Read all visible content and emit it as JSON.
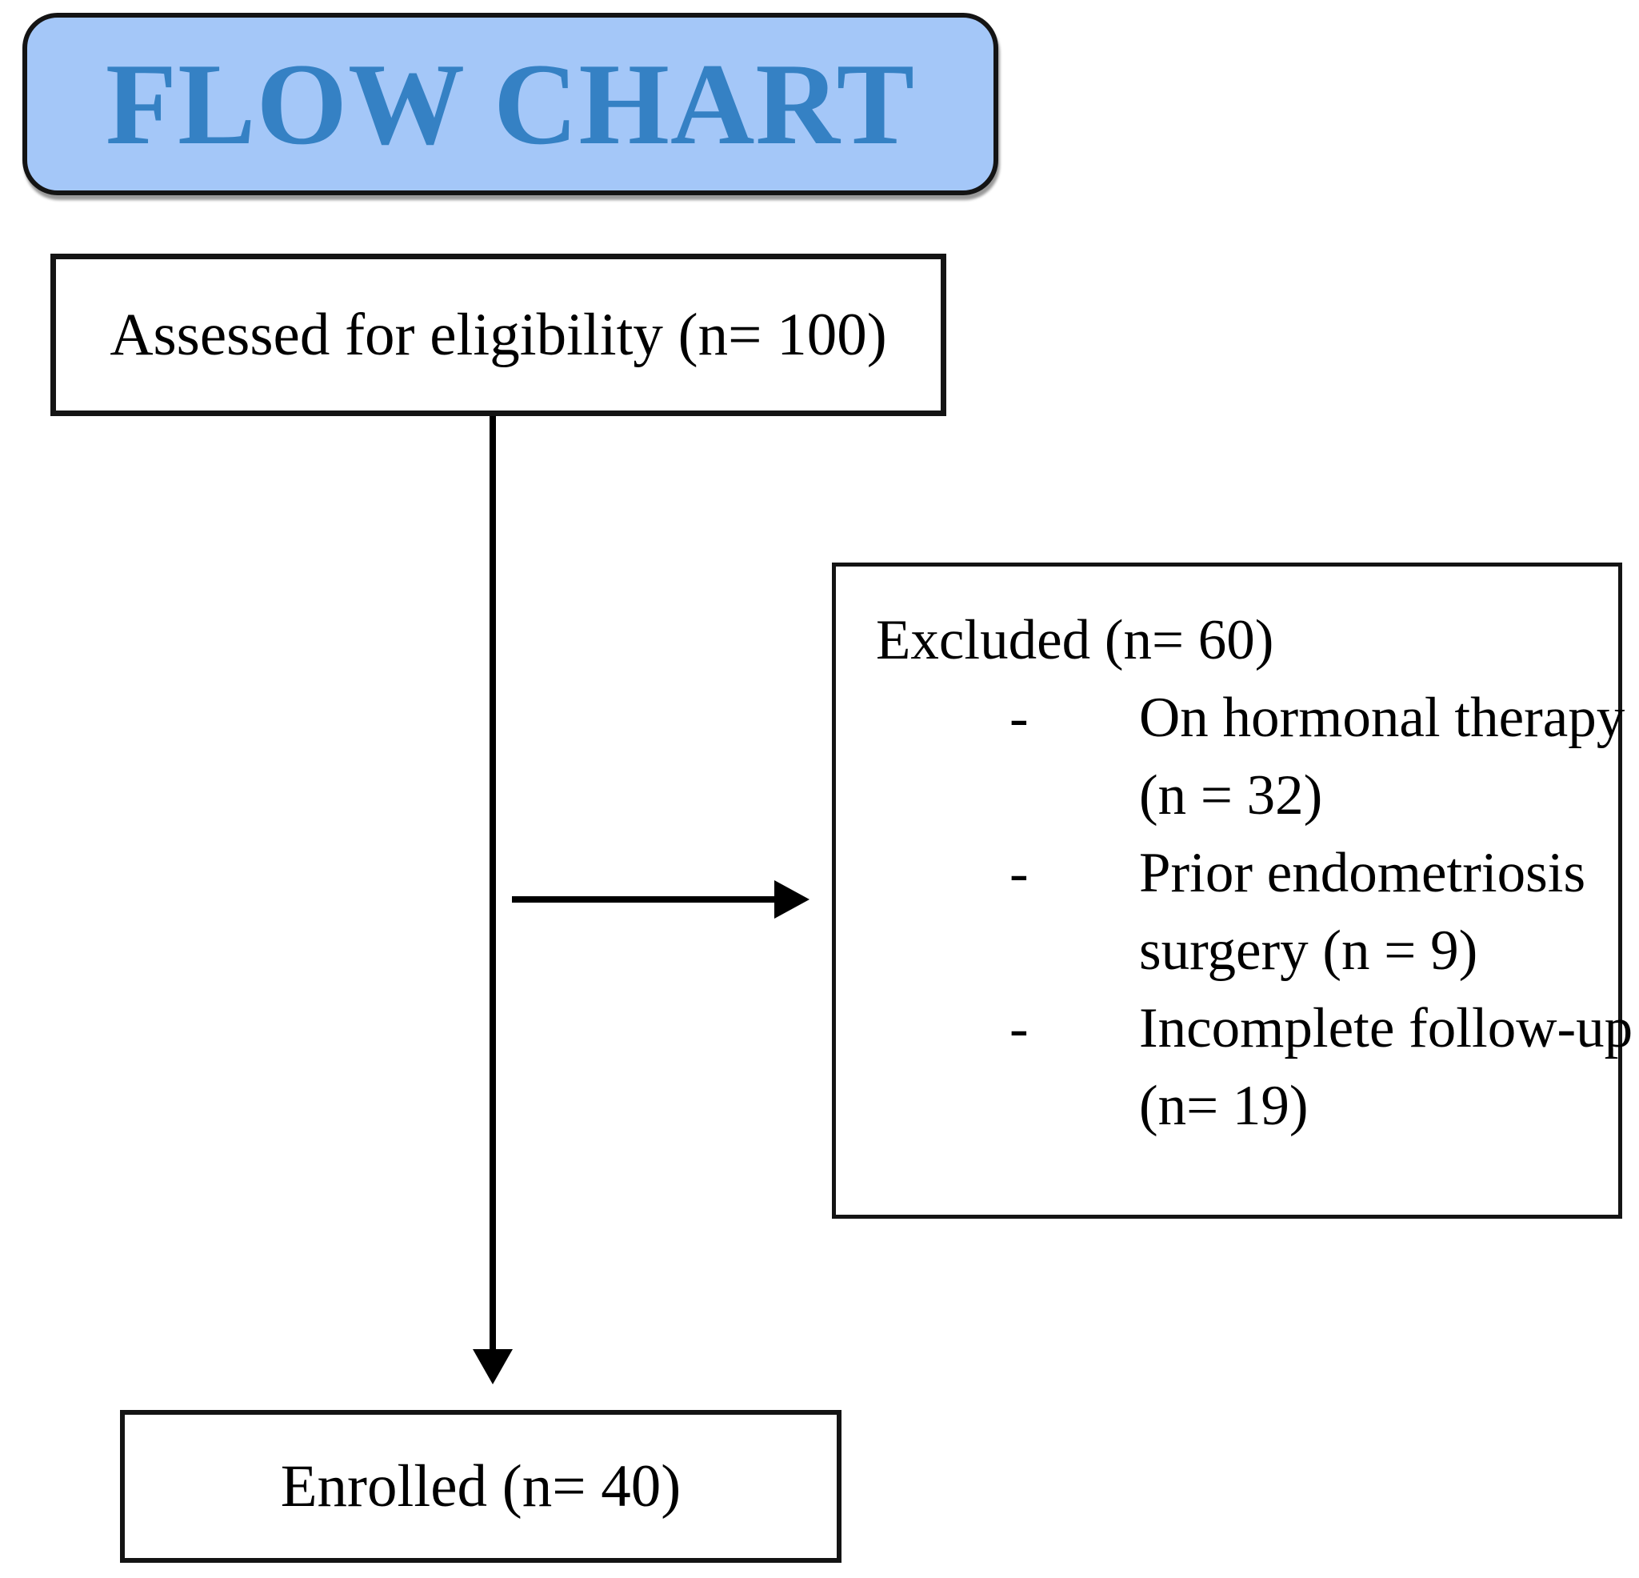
{
  "title": {
    "label": "FLOW CHART"
  },
  "nodes": {
    "assessed": {
      "label": "Assessed for eligibility (n= 100)"
    },
    "excluded": {
      "heading": "Excluded (n= 60)",
      "bullet_glyph": "-",
      "items": [
        {
          "lines": [
            "On hormonal therapy",
            "(n = 32)"
          ]
        },
        {
          "lines": [
            "Prior endometriosis",
            "surgery (n = 9)"
          ]
        },
        {
          "lines": [
            "Incomplete follow-up",
            "(n= 19)"
          ]
        }
      ]
    },
    "enrolled": {
      "label": "Enrolled (n= 40)"
    }
  },
  "colors": {
    "background": "#FFFFFF",
    "box_fill": "#FFFFFF",
    "box_border": "#141414",
    "text": "#000000",
    "arrow": "#000000",
    "title_fill": "#A4C7F8",
    "title_text": "#3581C4"
  }
}
